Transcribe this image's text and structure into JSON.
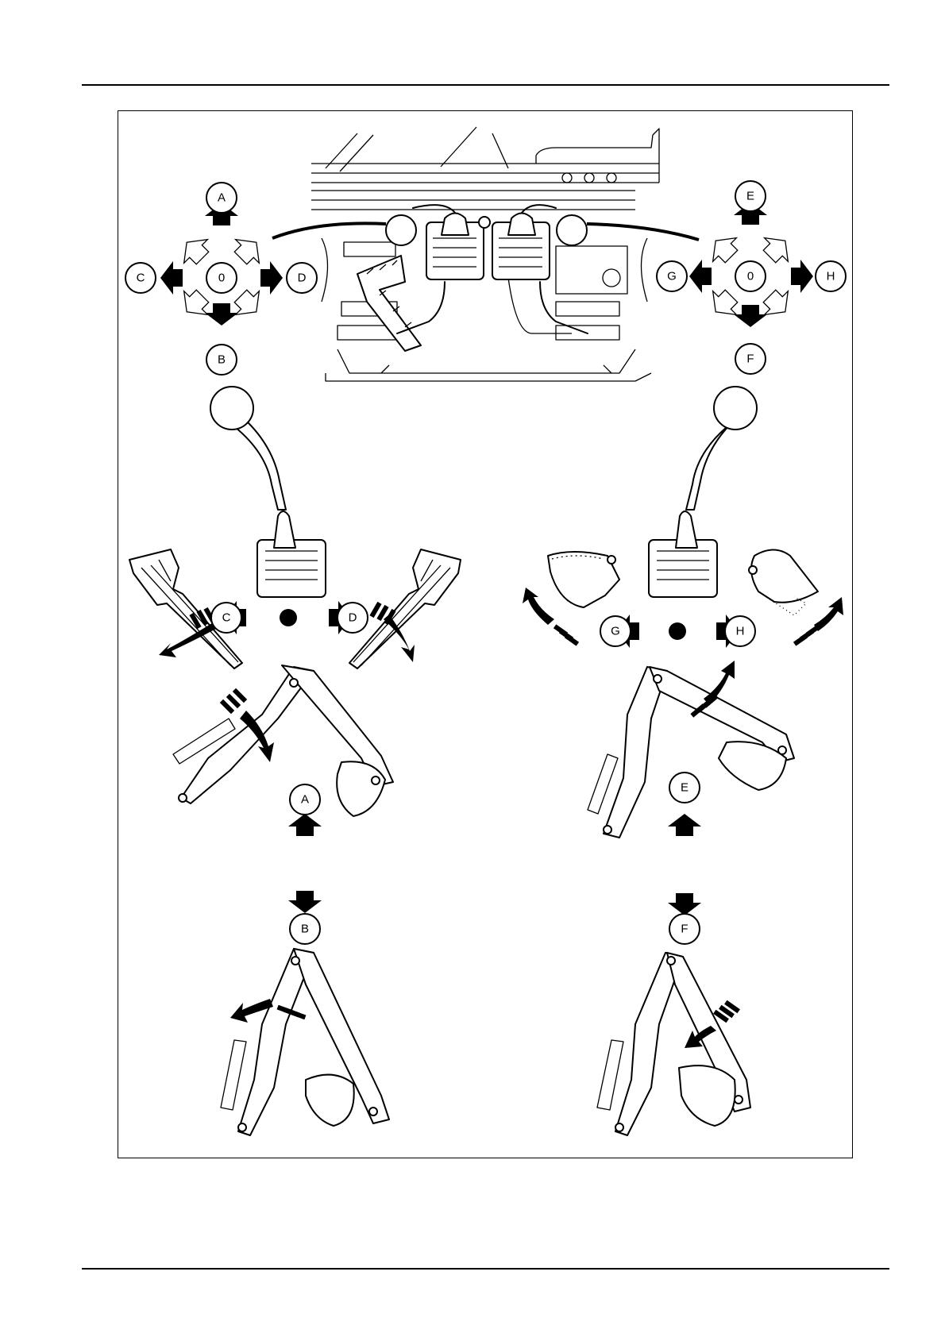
{
  "labels": {
    "left_top": {
      "a": "A",
      "b": "B",
      "c": "C",
      "d": "D",
      "center": "0"
    },
    "right_top": {
      "e": "E",
      "f": "F",
      "g": "G",
      "h": "H",
      "center": "0"
    },
    "left_mid": {
      "c": "C",
      "d": "D"
    },
    "right_mid": {
      "g": "G",
      "h": "H"
    },
    "left_bottom": {
      "a": "A",
      "b": "B"
    },
    "right_bottom": {
      "e": "E",
      "f": "F"
    }
  },
  "icons": [
    "left-joystick-icon",
    "right-joystick-icon",
    "cab-console-icon",
    "backhoe-boom-icon",
    "bucket-icon",
    "direction-arrow-icon"
  ]
}
